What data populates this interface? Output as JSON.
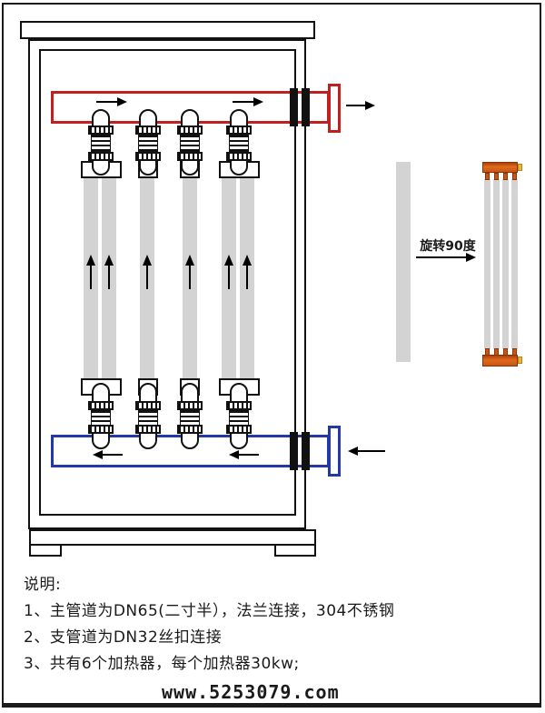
{
  "page": {
    "type": "heater-cabinet-piping-diagram",
    "watermark": "www.5253079.com"
  },
  "side_view": {
    "rotation_label": "旋转90度"
  },
  "notes": {
    "title": "说明:",
    "items": [
      "1、主管道为DN65(二寸半），法兰连接，304不锈钢",
      "2、支管道为DN32丝扣连接",
      "3、共有6个加热器，每个加热器30kw;"
    ]
  },
  "colors": {
    "hot_pipe_red": "#c02020",
    "cold_pipe_blue": "#2438a8",
    "heater_tube_gray": "#d3d3d3",
    "manifold_orange": "#d2601a",
    "manifold_cap_yellow": "#e8b63c",
    "line_black": "#111111"
  }
}
